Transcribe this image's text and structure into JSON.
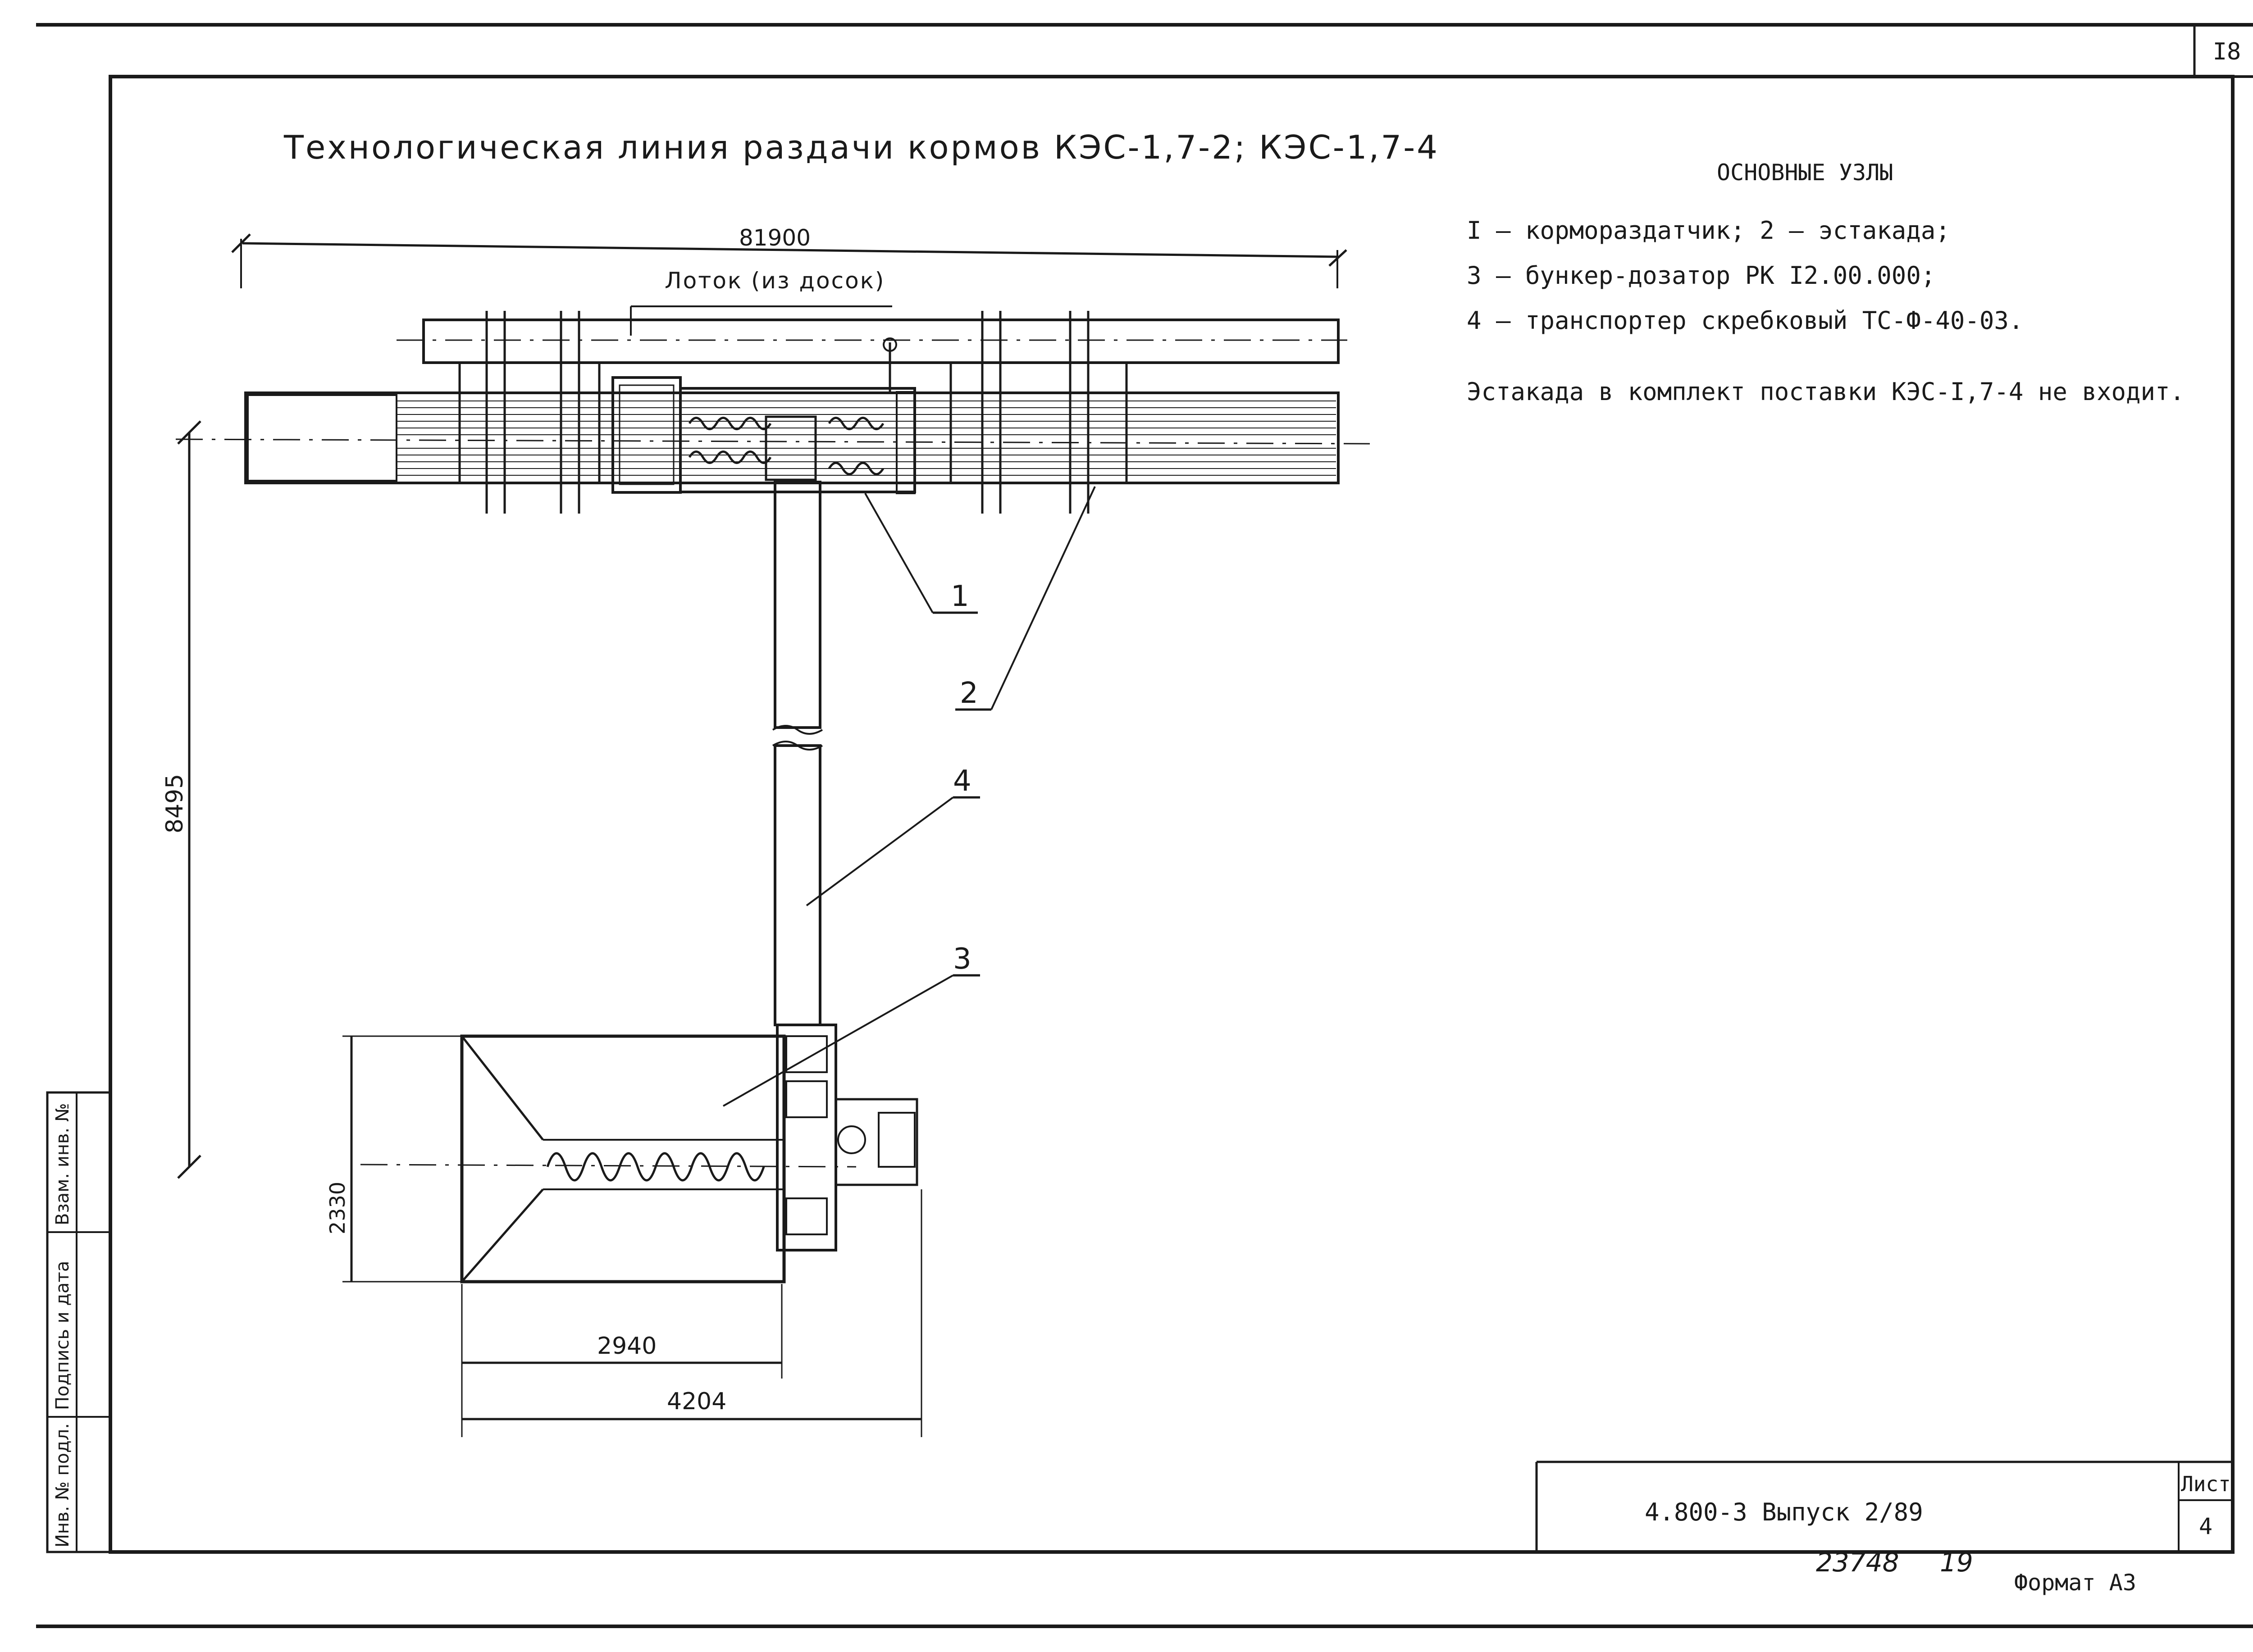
{
  "sheet": {
    "page_number": "I8",
    "sheet_label": "Лист",
    "sheet_number": "4",
    "document_code": "4.800-3 Выпуск 2/89",
    "archive_number": "23748",
    "archive_suffix": "19",
    "format_label": "Формат А3"
  },
  "title": "Технологическая линия раздачи кормов КЭС-1,7-2; КЭС-1,7-4",
  "legend": {
    "heading": "ОСНОВНЫЕ УЗЛЫ",
    "lines": [
      "I – кормораздатчик; 2 – эстакада;",
      "3 – бункер-дозатор  РК I2.00.000;",
      "4 – транспортер скребковый ТС-Ф-40-03."
    ],
    "note": "Эстакада в комплект поставки КЭС-I,7-4 не входит."
  },
  "drawing": {
    "dimensions": {
      "overall_length": "81900",
      "vertical_offset": "8495",
      "hopper_width": "2330",
      "hopper_length": "2940",
      "total_length": "4204"
    },
    "labels": {
      "trough": "Лоток (из досок)",
      "callout_1": "1",
      "callout_2": "2",
      "callout_3": "3",
      "callout_4": "4"
    }
  },
  "side_stamp": {
    "field_1": "Взам. инв. №",
    "field_2": "Подпись и дата",
    "field_3": "Инв. № подл."
  }
}
